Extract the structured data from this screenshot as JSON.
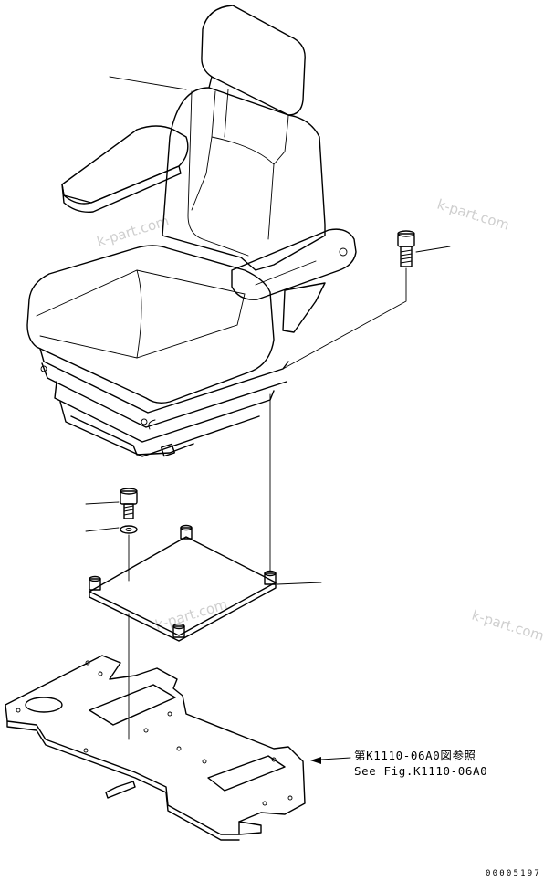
{
  "watermarks": [
    "k-part.com",
    "k-part.com",
    "k-part.com",
    "k-part.com"
  ],
  "reference": {
    "line_jp": "第K1110-06A0図参照",
    "line_en": "See Fig.K1110-06A0"
  },
  "drawing_code": "00005197"
}
